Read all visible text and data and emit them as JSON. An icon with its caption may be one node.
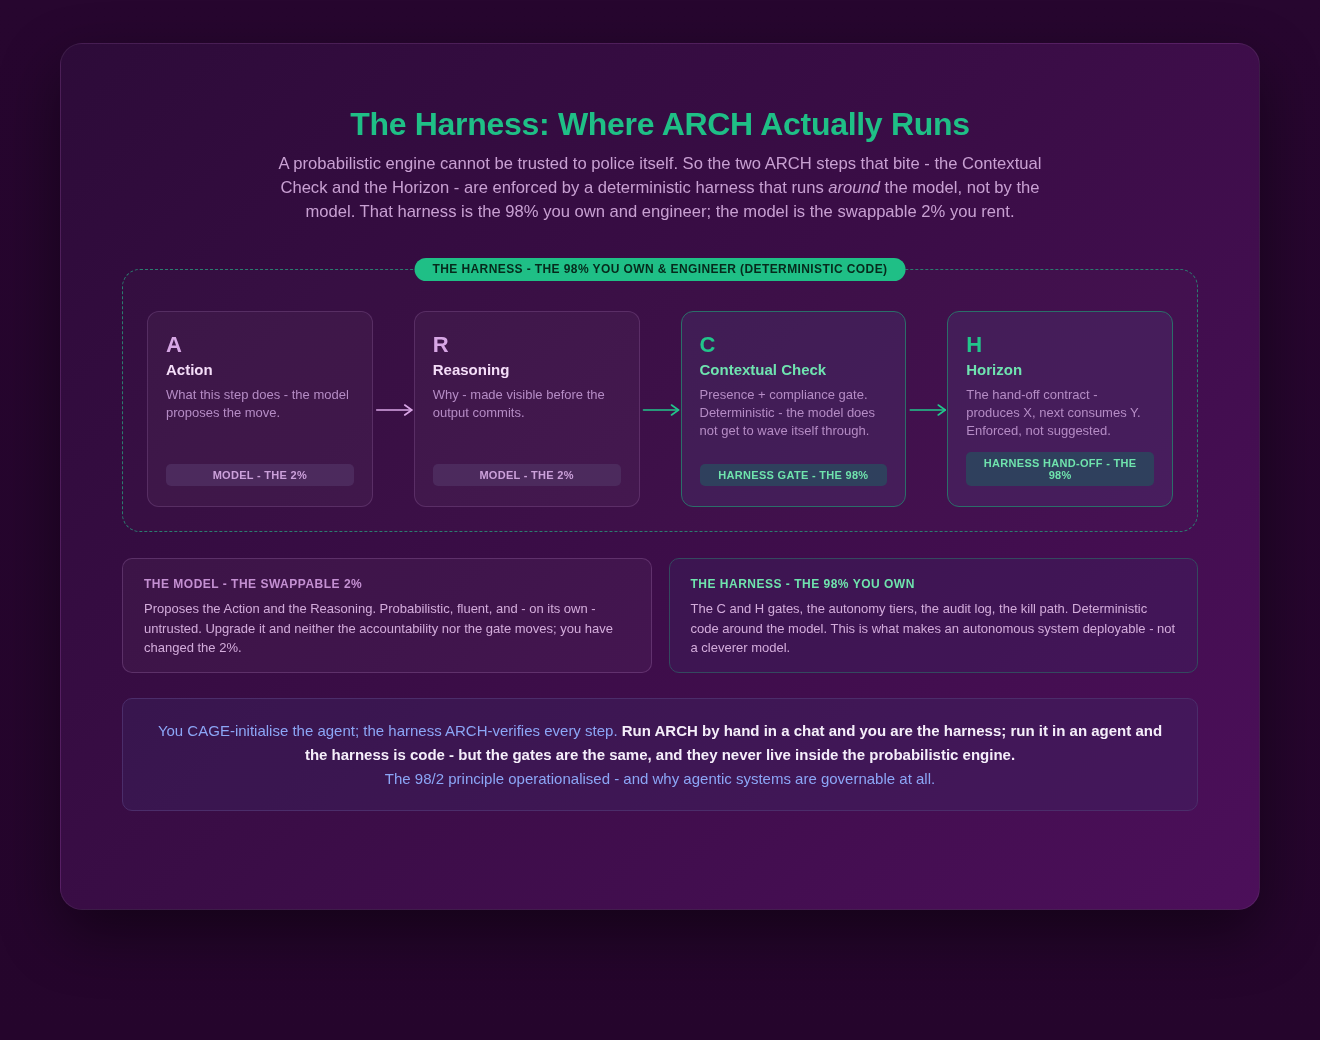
{
  "diagram": {
    "title": "The Harness: Where ARCH Actually Runs",
    "nodes": [
      {
        "text": [
          "THE HARNESS - THE 98% YOU OWN & ENGINEER (DETERMINISTIC CODE)"
        ]
      },
      {
        "text": [
          "A",
          "Action",
          "What this step does - the model proposes the move.",
          "MODEL - THE 2%"
        ],
        "in": 0
      },
      {
        "text": [
          "R",
          "Reasoning",
          "Why - made visible before the output commits.",
          "MODEL - THE 2%"
        ],
        "in": 0
      },
      {
        "text": [
          "C",
          "Contextual Check",
          "Presence + compliance gate. Deterministic - the model does not get to wave itself through.",
          "HARNESS GATE - THE 98%"
        ],
        "in": 0
      },
      {
        "text": [
          "H",
          "Horizon",
          "The hand-off contract - produces X, next consumes Y. Enforced, not suggested.",
          "HARNESS HAND-OFF - THE 98%"
        ],
        "in": 0
      },
      {
        "text": [
          "THE MODEL - THE SWAPPABLE 2%",
          "Proposes the Action and the Reasoning. Probabilistic, fluent, and - on its own - untrusted. Upgrade it and neither the accountability nor the gate moves; you have changed the 2%."
        ]
      },
      {
        "text": [
          "THE HARNESS - THE 98% YOU OWN",
          "The C and H gates, the autonomy tiers, the audit log, the kill path. Deterministic code around the model. This is what makes an autonomous system deployable - not a cleverer model."
        ]
      },
      {
        "text": [
          "You CAGE-initialise the agent; the harness ARCH-verifies every step. **Run ARCH by hand in a chat and you are the harness; run it in an agent and the harness is code - but the gates are the same, and they never live inside the probabilistic engine.**",
          "The 98/2 principle operationalised - and why agentic systems are governable at all."
        ]
      }
    ],
    "edges": [
      {
        "from": 1,
        "to": 2,
        "arrow": "to",
        "color": "#d9a6e6"
      },
      {
        "from": 2,
        "to": 3,
        "arrow": "to"
      },
      {
        "from": 3,
        "to": 4,
        "arrow": "to"
      }
    ],
    "labels": [
      "A probabilistic engine cannot be trusted to police itself. So the two ARCH steps that bite - the Contextual Check and the Horizon - are enforced by a deterministic harness that runs *around* the model, not by the model. That harness is the 98% you own and engineer; the model is the swappable 2% you rent."
    ]
  }
}
